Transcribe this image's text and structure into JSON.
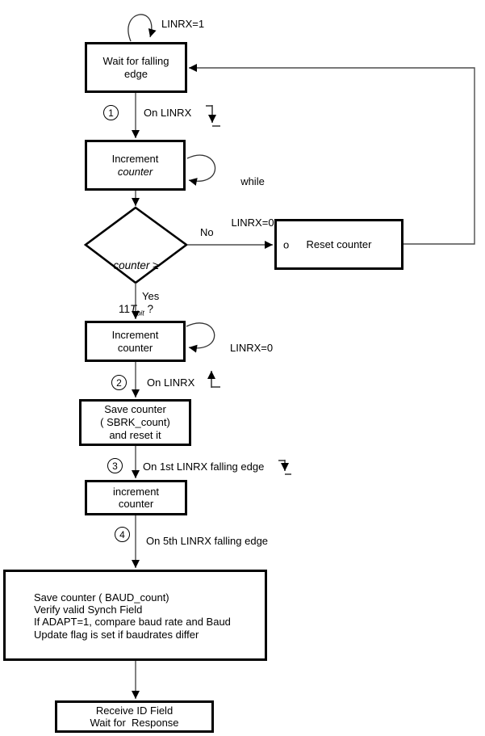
{
  "diagram": {
    "nodes": {
      "wait_falling_edge": {
        "lines": [
          "Wait for falling",
          "edge"
        ]
      },
      "increment_counter_1": {
        "line1": "Increment",
        "line2": "counter"
      },
      "decision": {
        "l1_word": "counter",
        "l1_op": " ≥",
        "l2_num": "11",
        "l2_T": "T",
        "l2_sub": "bit",
        "l2_q": " ?"
      },
      "reset_counter": {
        "bullet": "o",
        "label": "Reset counter"
      },
      "increment_counter_2": {
        "lines": [
          "Increment",
          "counter"
        ]
      },
      "save_sbrk": {
        "lines": [
          "Save counter",
          "( SBRK_count)",
          "and reset it"
        ]
      },
      "increment_counter_3": {
        "lines": [
          "increment",
          "counter"
        ]
      },
      "save_baud": {
        "lines": [
          "Save counter ( BAUD_count)",
          "Verify valid Synch Field",
          "If ADAPT=1, compare baud rate and Baud",
          "Update flag is set if baudrates differ"
        ]
      },
      "receive_id": {
        "lines": [
          "Receive ID Field",
          "Wait for  Response"
        ]
      }
    },
    "labels": {
      "top_loop": "LINRX=1",
      "step1": {
        "num": "1",
        "text": "On LINRX"
      },
      "while_loop": {
        "line1": "while",
        "line2": "LINRX=0"
      },
      "no": "No",
      "yes": "Yes",
      "loop2": "LINRX=0",
      "step2": {
        "num": "2",
        "text": "On LINRX"
      },
      "step3": {
        "num": "3",
        "text": "On 1st LINRX falling edge"
      },
      "step4": {
        "num": "4",
        "text": "On 5th LINRX falling edge"
      }
    },
    "colors": {
      "box_border": "#000000",
      "connector": "#4d4d4d",
      "arrowhead": "#000000",
      "background": "#ffffff",
      "text": "#000000"
    }
  }
}
